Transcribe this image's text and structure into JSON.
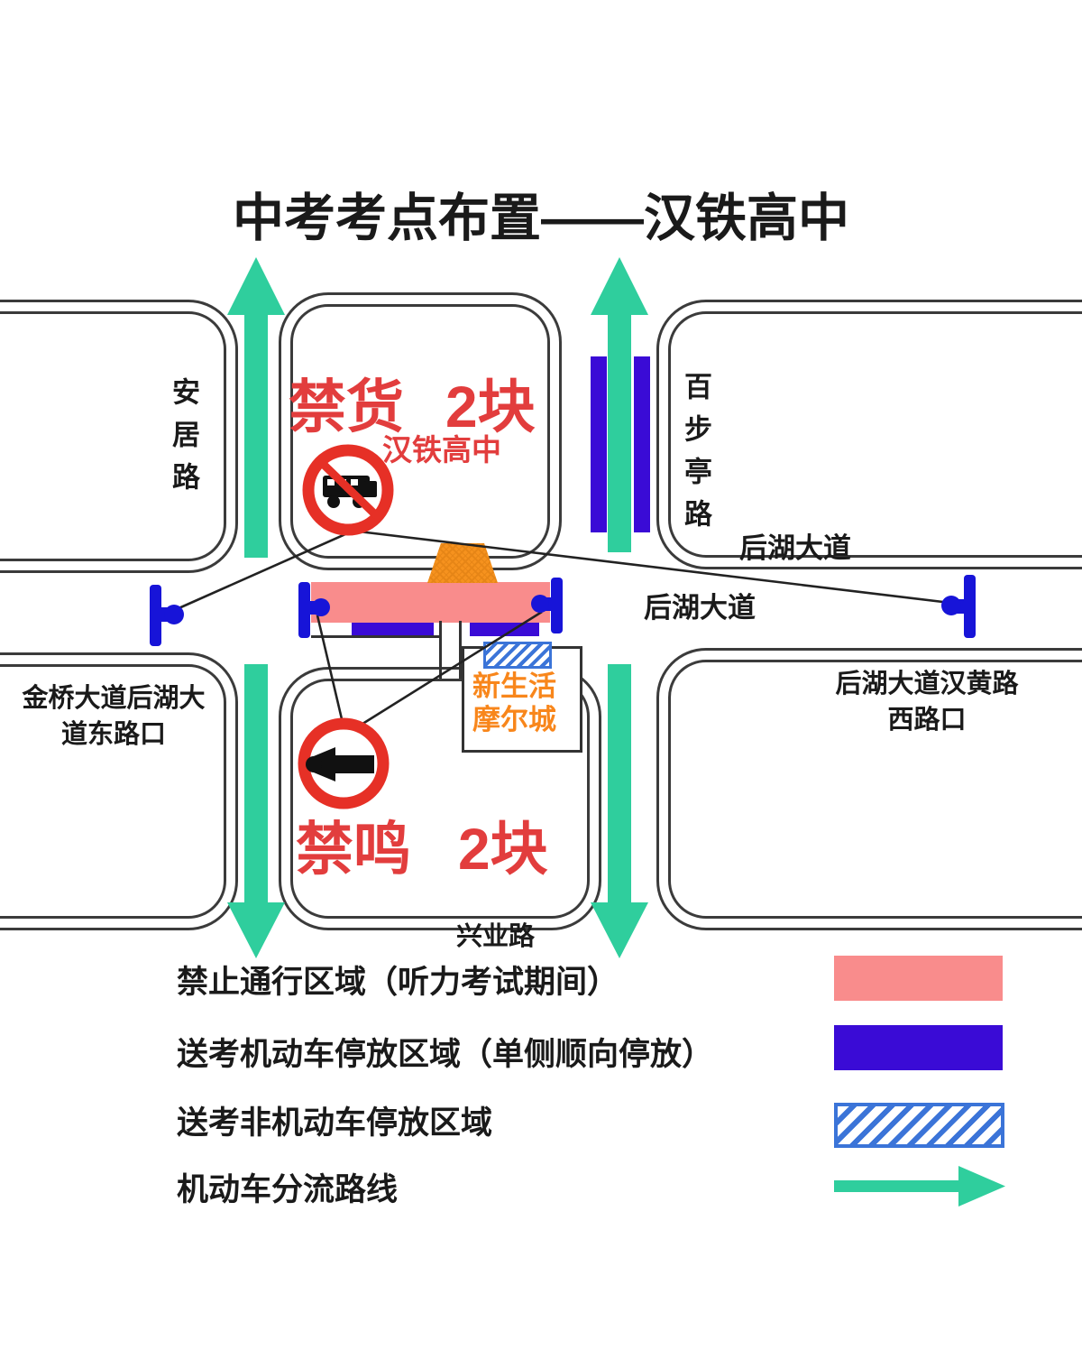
{
  "title": "中考考点布置——汉铁高中",
  "map": {
    "signs": {
      "no_truck": "禁货",
      "no_truck_count": "2块",
      "no_horn": "禁鸣",
      "no_horn_count": "2块",
      "school": "汉铁高中"
    },
    "roads": {
      "anju": "安居路",
      "baibuting": "百步亭路",
      "houhu_upper": "后湖大道",
      "houhu_center": "后湖大道",
      "xingye": "兴业路"
    },
    "intersections": {
      "left_line1": "金桥大道后湖大",
      "left_line2": "道东路口",
      "right_line1": "后湖大道汉黄路",
      "right_line2": "西路口"
    },
    "mall": {
      "line1": "新生活",
      "line2": "摩尔城"
    }
  },
  "legend": {
    "items": [
      {
        "label": "禁止通行区域（听力考试期间）",
        "type": "no-pass-zone",
        "color": "#f98c8c"
      },
      {
        "label": "送考机动车停放区域（单侧顺向停放）",
        "type": "motor-parking-zone",
        "color": "#3a0bd6"
      },
      {
        "label": "送考非机动车停放区域",
        "type": "non-motor-parking-zone",
        "color": "#3b74d8"
      },
      {
        "label": "机动车分流路线",
        "type": "motor-flow-route",
        "color": "#2fce9d"
      }
    ]
  },
  "colors": {
    "no_pass_pink": "#f98c8c",
    "parking_blue": "#3a0bd6",
    "hatch_blue": "#3b74d8",
    "flow_green": "#2fce9d",
    "prohibit_ring_red": "#e63026",
    "label_red": "#e23d3d",
    "mall_orange": "#f8861b",
    "gate_orange": "#f6921e"
  }
}
